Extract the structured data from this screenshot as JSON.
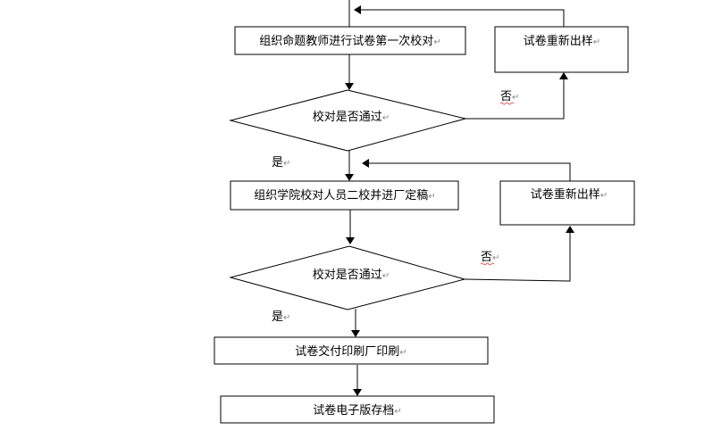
{
  "paragraph_mark": "↵",
  "flowchart": {
    "step1": "组织命题教师进行试卷第一次校对",
    "check1": "校对是否通过",
    "redo1": "试卷重新出样",
    "no1": "否",
    "yes1": "是",
    "step2": "组织学院校对人员二校并进厂定稿",
    "check2": "校对是否通过",
    "redo2": "试卷重新出样",
    "no2": "否",
    "yes2": "是",
    "step3": "试卷交付印刷厂印刷",
    "step4": "试卷电子版存档"
  }
}
